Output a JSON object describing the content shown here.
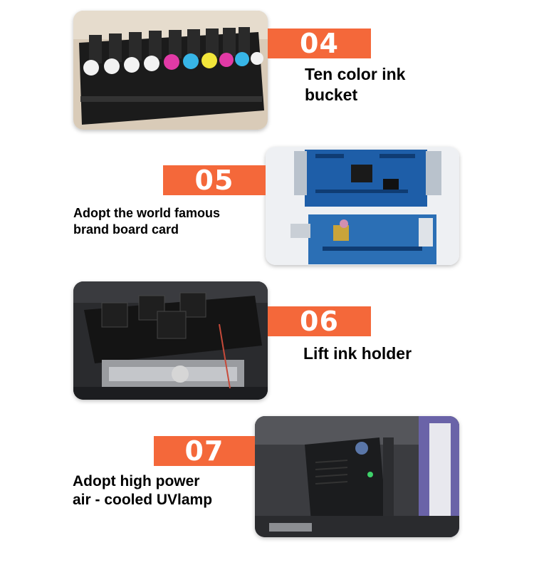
{
  "theme": {
    "accent": "#f4683a",
    "text": "#000000"
  },
  "features": [
    {
      "number": "04",
      "caption_lines": [
        "Ten color ink",
        "bucket"
      ],
      "photo_icon": "ink-bucket-photo"
    },
    {
      "number": "05",
      "caption_lines": [
        "Adopt the world famous",
        "brand board card"
      ],
      "photo_icon": "circuit-board-photo"
    },
    {
      "number": "06",
      "caption_lines": [
        "Lift ink holder"
      ],
      "photo_icon": "ink-holder-photo"
    },
    {
      "number": "07",
      "caption_lines": [
        "Adopt high power",
        "air - cooled UVlamp"
      ],
      "photo_icon": "uv-lamp-photo"
    }
  ]
}
